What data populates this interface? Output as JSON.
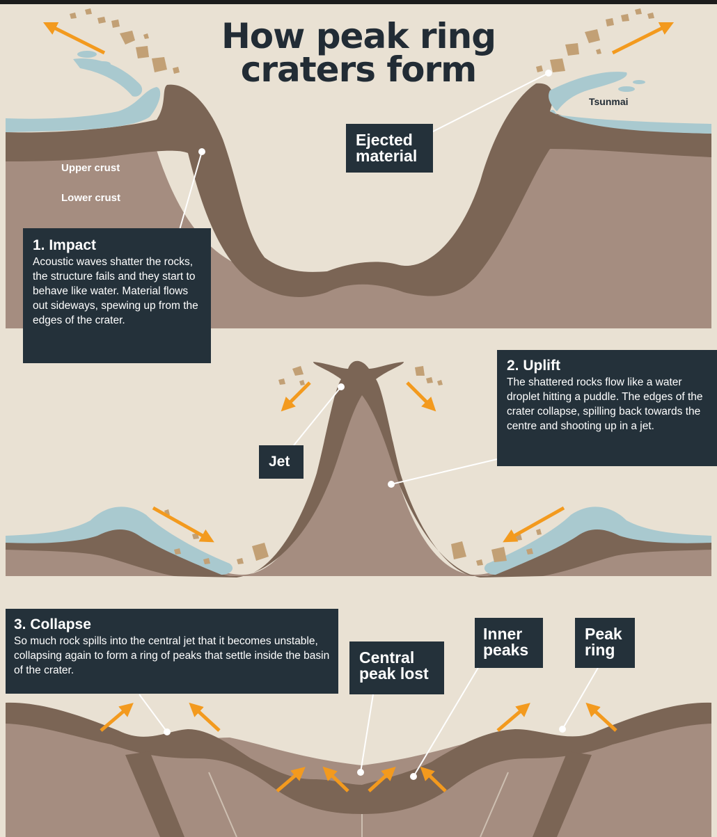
{
  "title": {
    "line1": "How peak ring",
    "line2": "craters form"
  },
  "labels": {
    "upper_crust": "Upper crust",
    "lower_crust": "Lower crust",
    "tsunami": "Tsunmai",
    "ejected": "Ejected material",
    "jet": "Jet",
    "central_peak_lost": "Central peak lost",
    "inner_peaks": "Inner peaks",
    "peak_ring": "Peak ring"
  },
  "steps": [
    {
      "heading": "1. Impact",
      "body": "Acoustic waves shatter the rocks, the structure fails and they start to behave like water. Material flows out sideways, spewing up from the edges of the crater."
    },
    {
      "heading": "2. Uplift",
      "body": "The shattered rocks flow like a water droplet hitting a puddle. The edges of the crater collapse, spilling back towards the centre and shooting up in a jet."
    },
    {
      "heading": "3. Collapse",
      "body": "So much rock spills into the central jet that it becomes unstable, collapsing again to form a ring of peaks that settle inside the basin of the crater."
    }
  ],
  "colors": {
    "background": "#e9e1d3",
    "crust_upper": "#7b6555",
    "crust_lower": "#a58d80",
    "water": "#a9c9cf",
    "rock": "#c2a075",
    "arrow": "#f39a1e",
    "label_bg": "#24313a"
  }
}
